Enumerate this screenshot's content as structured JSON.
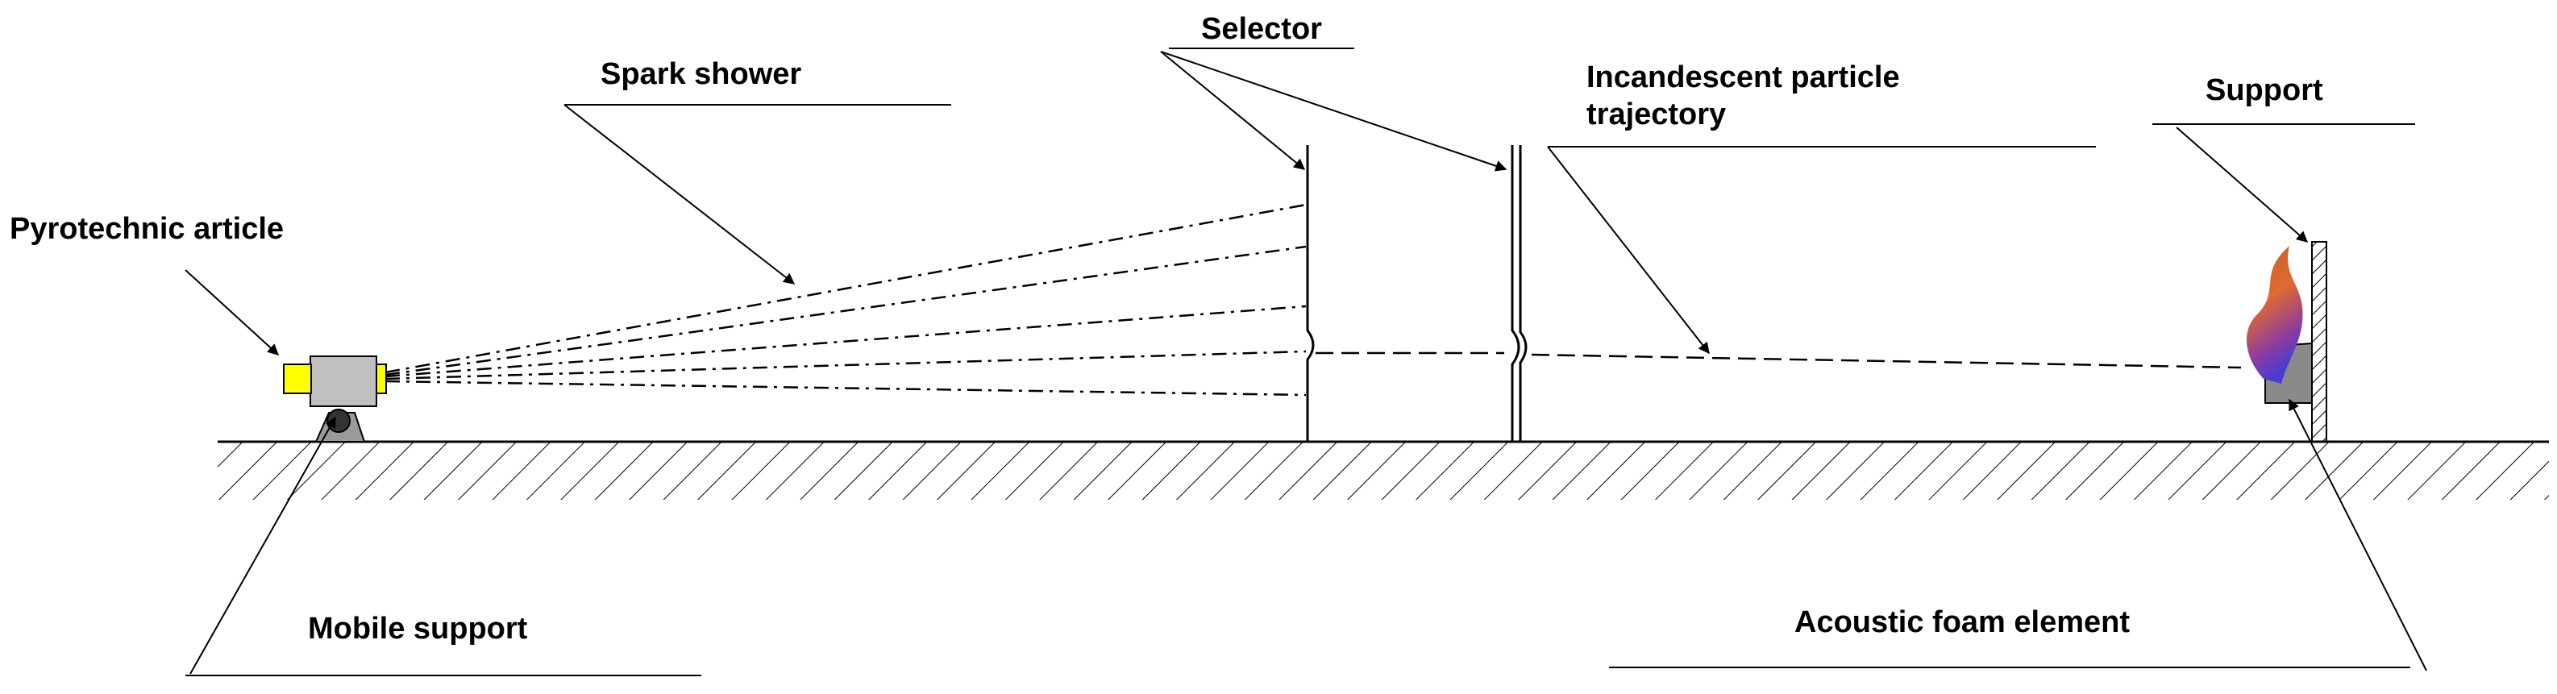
{
  "labels": {
    "pyrotechnic_article": "Pyrotechnic article",
    "spark_shower": "Spark shower",
    "selector": "Selector",
    "particle_trajectory_line1": "Incandescent particle",
    "particle_trajectory_line2": "trajectory",
    "support": "Support",
    "mobile_support": "Mobile support",
    "acoustic_foam": "Acoustic foam element"
  },
  "colors": {
    "ink": "#000000",
    "article_body": "#c0c0c0",
    "article_caps": "#ffff00",
    "flame_top": "#c0602a",
    "flame_mid": "#e06a30",
    "flame_base": "#5a3cc8",
    "foam_block": "#8a8a8a"
  }
}
